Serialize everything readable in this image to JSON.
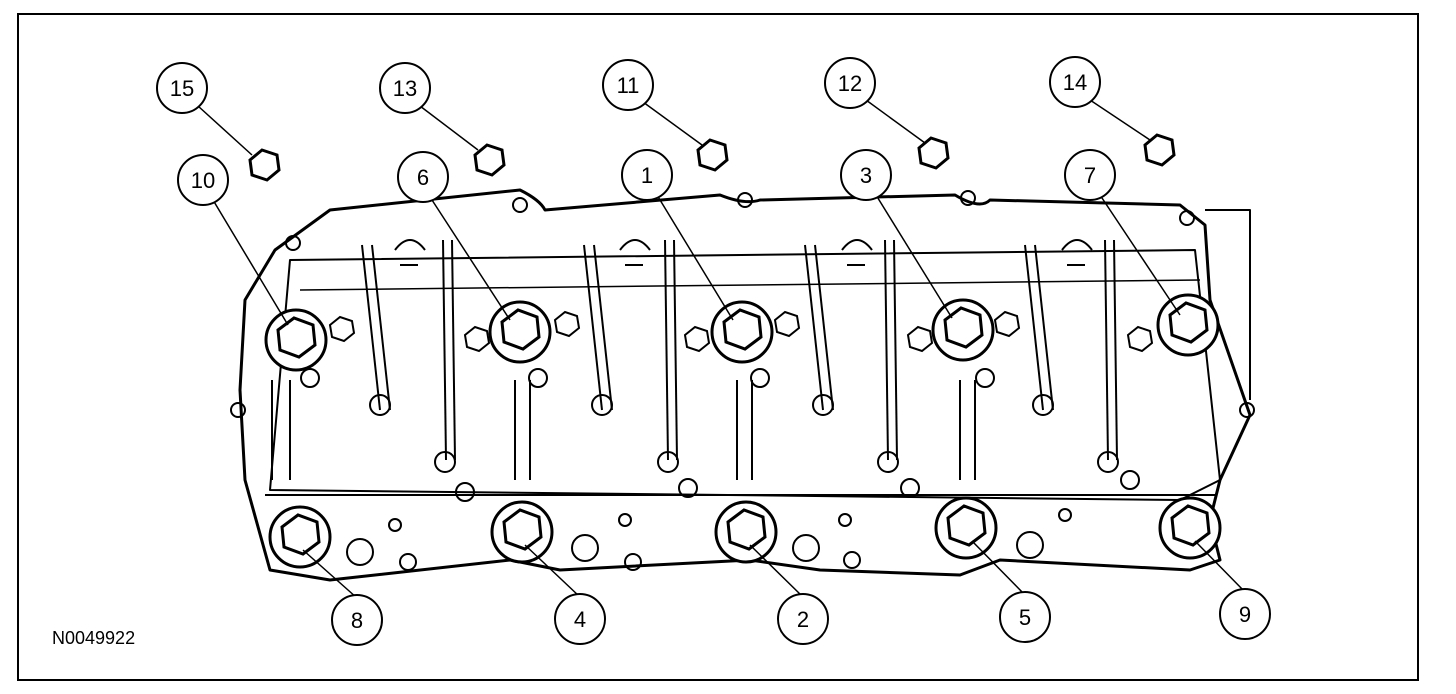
{
  "figure": {
    "code": "N0049922"
  },
  "callouts": [
    {
      "id": "1",
      "label": "1"
    },
    {
      "id": "2",
      "label": "2"
    },
    {
      "id": "3",
      "label": "3"
    },
    {
      "id": "4",
      "label": "4"
    },
    {
      "id": "5",
      "label": "5"
    },
    {
      "id": "6",
      "label": "6"
    },
    {
      "id": "7",
      "label": "7"
    },
    {
      "id": "8",
      "label": "8"
    },
    {
      "id": "9",
      "label": "9"
    },
    {
      "id": "10",
      "label": "10"
    },
    {
      "id": "11",
      "label": "11"
    },
    {
      "id": "12",
      "label": "12"
    },
    {
      "id": "13",
      "label": "13"
    },
    {
      "id": "14",
      "label": "14"
    },
    {
      "id": "15",
      "label": "15"
    }
  ]
}
